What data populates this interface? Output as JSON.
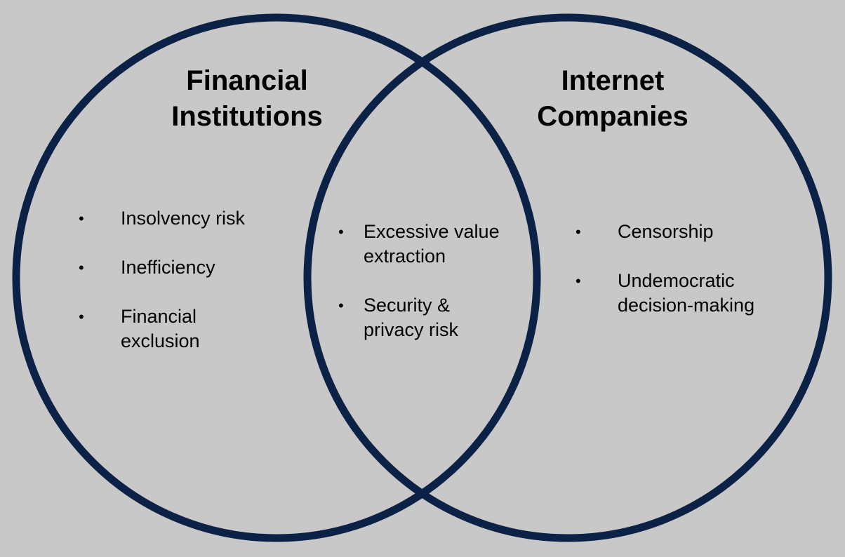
{
  "colors": {
    "background": "#c8c8c8",
    "circle_stroke": "#0b2145",
    "text": "#000000"
  },
  "diagram": {
    "left_set": {
      "title_line1": "Financial",
      "title_line2": "Institutions",
      "items": [
        {
          "line1": "Insolvency risk",
          "line2": ""
        },
        {
          "line1": "Inefficiency",
          "line2": ""
        },
        {
          "line1": "Financial",
          "line2": "exclusion"
        }
      ]
    },
    "intersection": {
      "items": [
        {
          "line1": "Excessive value",
          "line2": "extraction"
        },
        {
          "line1": "Security &",
          "line2": "privacy risk"
        }
      ]
    },
    "right_set": {
      "title_line1": "Internet",
      "title_line2": "Companies",
      "items": [
        {
          "line1": "Censorship",
          "line2": ""
        },
        {
          "line1": "Undemocratic",
          "line2": "decision-making"
        }
      ]
    },
    "bullet_char": "•"
  }
}
